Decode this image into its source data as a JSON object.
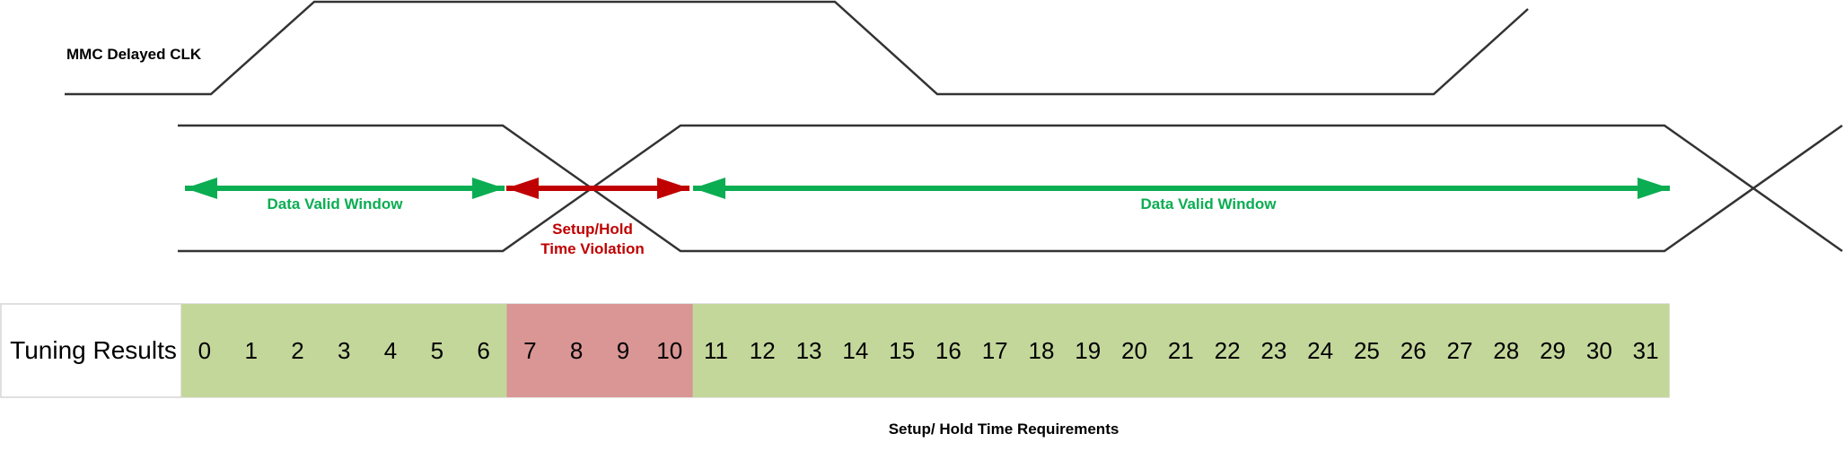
{
  "clock": {
    "label": "MMC Delayed CLK"
  },
  "data_windows": [
    {
      "label": "Data Valid Window",
      "color": "#0aad52"
    },
    {
      "label": "Data Valid Window",
      "color": "#0aad52"
    }
  ],
  "violation": {
    "line1": "Setup/Hold",
    "line2": "Time Violation",
    "color": "#c00000"
  },
  "tuning": {
    "title": "Tuning Results",
    "steps": [
      "0",
      "1",
      "2",
      "3",
      "4",
      "5",
      "6",
      "7",
      "8",
      "9",
      "10",
      "11",
      "12",
      "13",
      "14",
      "15",
      "16",
      "17",
      "18",
      "19",
      "20",
      "21",
      "22",
      "23",
      "24",
      "25",
      "26",
      "27",
      "28",
      "29",
      "30",
      "31"
    ],
    "pass_color": "#c4d79b",
    "fail_color": "#d99694"
  },
  "caption": "Setup/ Hold Time Requirements"
}
